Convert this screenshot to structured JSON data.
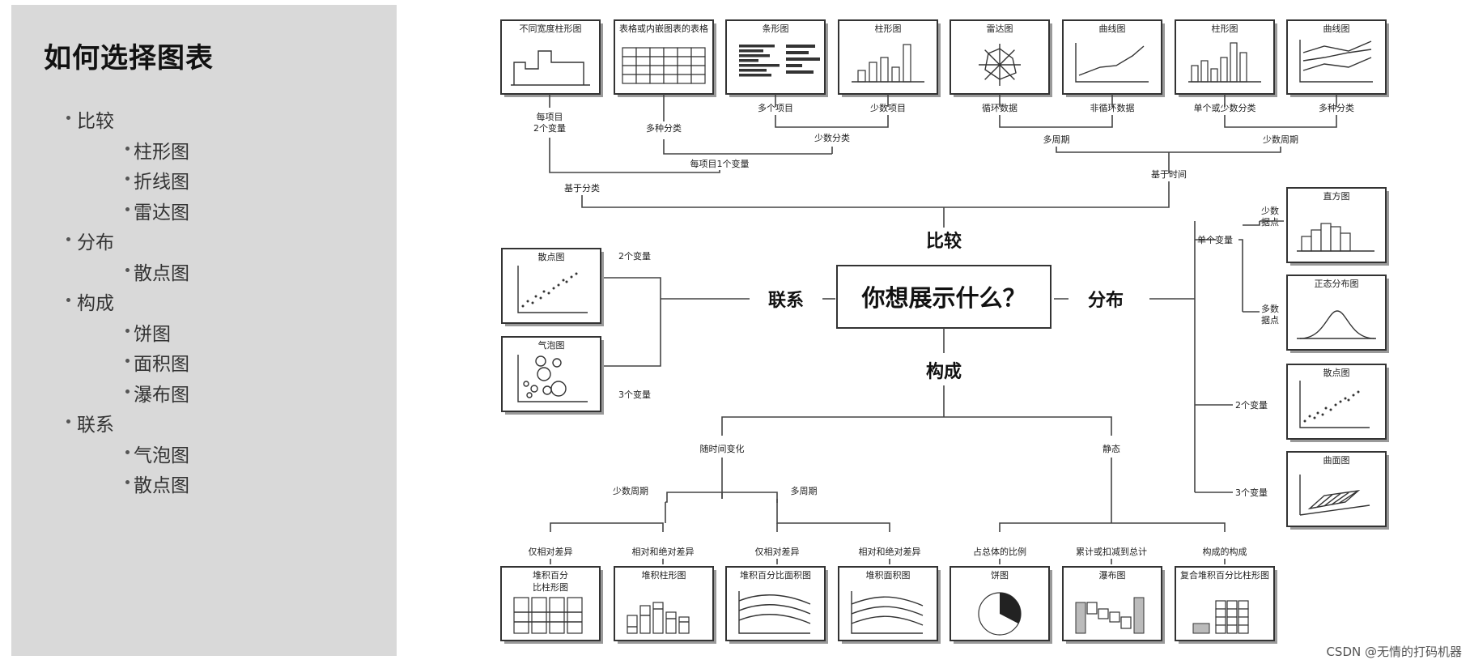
{
  "sidebar": {
    "title": "如何选择图表",
    "items": [
      {
        "label": "比较",
        "children": [
          "柱形图",
          "折线图",
          "雷达图"
        ]
      },
      {
        "label": "分布",
        "children": [
          "散点图"
        ]
      },
      {
        "label": "构成",
        "children": [
          "饼图",
          "面积图",
          "瀑布图"
        ]
      },
      {
        "label": "联系",
        "children": [
          "气泡图",
          "散点图"
        ]
      }
    ]
  },
  "diagram": {
    "center": "你想展示什么？",
    "hubs": {
      "compare": "比较",
      "relation": "联系",
      "distribution": "分布",
      "composition": "构成"
    },
    "compare": {
      "charts": [
        "不同宽度柱形图",
        "表格或内嵌图表的表格",
        "条形图",
        "柱形图",
        "雷达图",
        "曲线图",
        "柱形图",
        "曲线图"
      ],
      "labels": {
        "per_item_2vars": "每项目\n2个变量",
        "many_categories": "多种分类",
        "many_items": "多个项目",
        "few_items": "少数项目",
        "cyclic": "循环数据",
        "non_cyclic": "非循环数据",
        "single_or_few_categories": "单个或少数分类",
        "many_categories_time": "多种分类",
        "few_categories": "少数分类",
        "per_item_1var": "每项目1个变量",
        "many_periods": "多周期",
        "few_periods": "少数周期",
        "by_category": "基于分类",
        "by_time": "基于时间"
      }
    },
    "relation": {
      "charts": [
        "散点图",
        "气泡图"
      ],
      "labels": {
        "two_vars": "2个变量",
        "three_vars": "3个变量"
      }
    },
    "distribution": {
      "charts": [
        "直方图",
        "正态分布图",
        "散点图",
        "曲面图"
      ],
      "labels": {
        "single_var": "单个变量",
        "few_points": "少数\n据点",
        "many_points": "多数\n据点",
        "two_vars": "2个变量",
        "three_vars": "3个变量"
      }
    },
    "composition": {
      "labels": {
        "over_time": "随时间变化",
        "static": "静态",
        "few_periods": "少数周期",
        "many_periods": "多周期",
        "relative_only_1": "仅相对差异",
        "rel_abs_1": "相对和绝对差异",
        "relative_only_2": "仅相对差异",
        "rel_abs_2": "相对和绝对差异",
        "share_of_total": "占总体的比例",
        "accumulate": "累计或扣减到总计",
        "components": "构成的构成"
      },
      "charts": [
        "堆积百分\n比柱形图",
        "堆积柱形图",
        "堆积百分比面积图",
        "堆积面积图",
        "饼图",
        "瀑布图",
        "复合堆积百分比柱形图"
      ]
    }
  },
  "watermark": "CSDN @无情的打码机器"
}
